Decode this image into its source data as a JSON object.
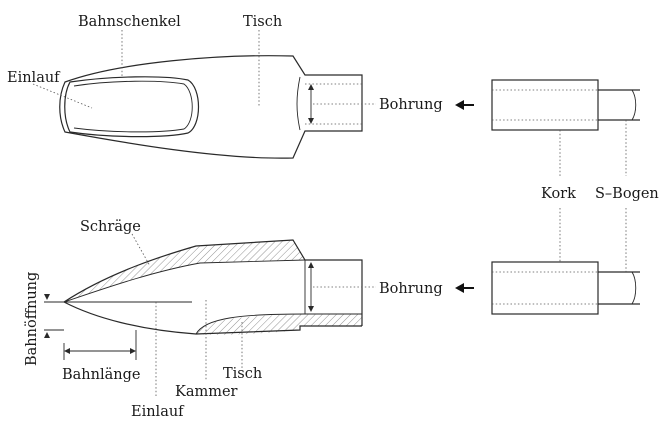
{
  "labels": {
    "bahnschenkel": "Bahnschenkel",
    "tisch_top": "Tisch",
    "einlauf_top": "Einlauf",
    "bohrung_top": "Bohrung",
    "kork": "Kork",
    "s_bogen": "S–Bogen",
    "schraege": "Schräge",
    "bahnoeffnung": "Bahnöffnung",
    "bohrung_bottom": "Bohrung",
    "bahnlaenge": "Bahnlänge",
    "tisch_bottom": "Tisch",
    "kammer": "Kammer",
    "einlauf_bottom": "Einlauf"
  },
  "colors": {
    "line": "#2a2a2a",
    "hatch": "#777777"
  }
}
